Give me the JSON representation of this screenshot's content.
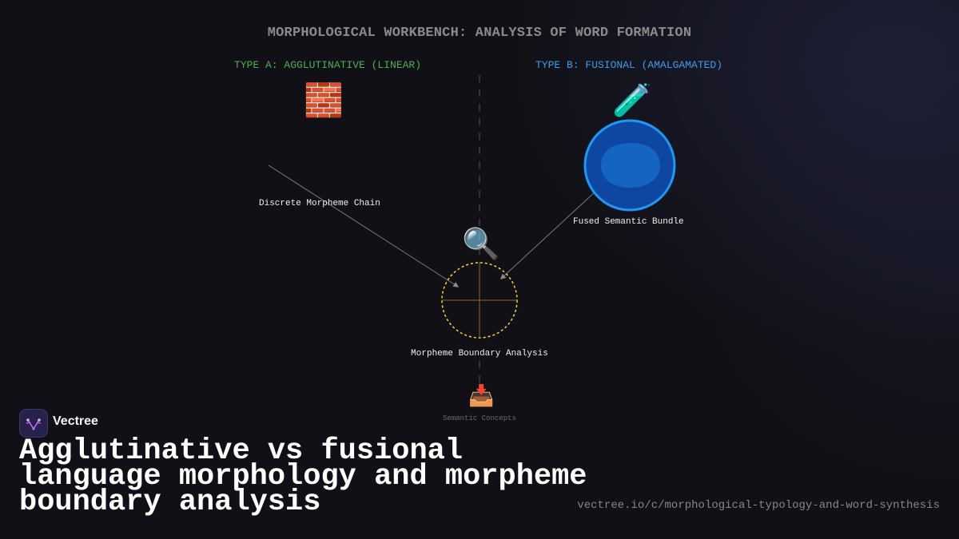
{
  "diagram": {
    "title": "MORPHOLOGICAL WORKBENCH: ANALYSIS OF WORD FORMATION",
    "type_a": {
      "heading": "TYPE A: AGGLUTINATIVE (LINEAR)",
      "icon": "brick-icon",
      "glyph": "🧱",
      "label": "Discrete Morpheme Chain",
      "color": "#4caf50"
    },
    "type_b": {
      "heading": "TYPE B: FUSIONAL (AMALGAMATED)",
      "icon": "test-tube-icon",
      "glyph": "🧪",
      "label": "Fused Semantic Bundle",
      "color": "#3d9be9",
      "sphere_color": "#0d47a1",
      "sphere_border": "#2196f3"
    },
    "analysis": {
      "icon": "magnifier-icon",
      "glyph": "🔍",
      "label": "Morpheme Boundary Analysis",
      "ring_color": "#fdd835"
    },
    "output": {
      "icon": "inbox-tray-icon",
      "glyph": "📥",
      "label": "Semantic Concepts"
    }
  },
  "branding": {
    "name": "Vectree",
    "headline": "Agglutinative vs fusional language morphology and morpheme boundary analysis",
    "url": "vectree.io/c/morphological-typology-and-word-synthesis"
  }
}
